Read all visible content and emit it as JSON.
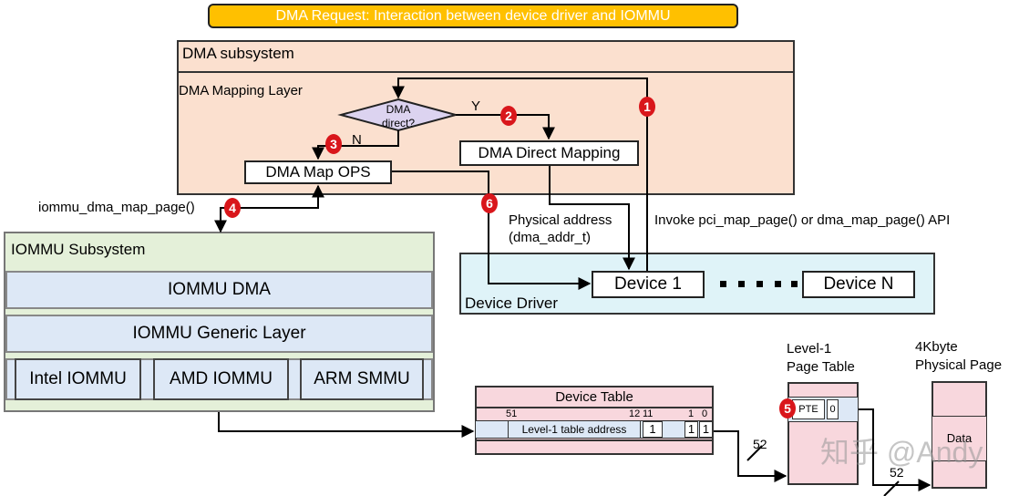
{
  "title": "DMA Request: Interaction between device driver and IOMMU",
  "dma_subsystem": {
    "label": "DMA subsystem",
    "mapping_layer_label": "DMA Mapping Layer",
    "decision": [
      "DMA",
      "direct?"
    ],
    "yes_label": "Y",
    "no_label": "N",
    "direct_mapping": "DMA Direct Mapping",
    "map_ops": "DMA Map OPS"
  },
  "steps": [
    "1",
    "2",
    "3",
    "4",
    "5",
    "6"
  ],
  "annotations": {
    "iommu_call": "iommu_dma_map_page()",
    "physical_address": "Physical address",
    "dma_addr": "(dma_addr_t)",
    "invoke_api": "Invoke pci_map_page() or dma_map_page() API"
  },
  "iommu": {
    "label": "IOMMU Subsystem",
    "dma": "IOMMU DMA",
    "generic": "IOMMU Generic Layer",
    "implementations": [
      "Intel IOMMU",
      "AMD IOMMU",
      "ARM SMMU"
    ]
  },
  "device_driver": {
    "label": "Device Driver",
    "device_1": "Device 1",
    "device_n": "Device N"
  },
  "device_table": {
    "label": "Device Table",
    "bits": {
      "b51": "51",
      "b12": "12",
      "b11": "11",
      "b1": "1",
      "b0": "0"
    },
    "entry": "Level-1 table address",
    "cells": [
      "1",
      "1",
      "1"
    ]
  },
  "page_table": {
    "title_line1": "Level-1",
    "title_line2": "Page Table",
    "pte": "PTE",
    "pte_bit": "0"
  },
  "physical_page": {
    "title_line1": "4Kbyte",
    "title_line2": "Physical Page",
    "data": "Data"
  },
  "bus_width_1": "52",
  "bus_width_2": "52",
  "watermark": "知乎 @Andy",
  "colors": {
    "title_bg": "#ffc000",
    "dma_subsystem_bg": "#fbe0cf",
    "iommu_bg": "#e4f0d9",
    "iommu_layer_bg": "#dde8f6",
    "device_driver_bg": "#dff3f8",
    "table_bg": "#f8d7dd",
    "step_badge": "#d9161b",
    "decision_bg": "#dcd3f0"
  }
}
